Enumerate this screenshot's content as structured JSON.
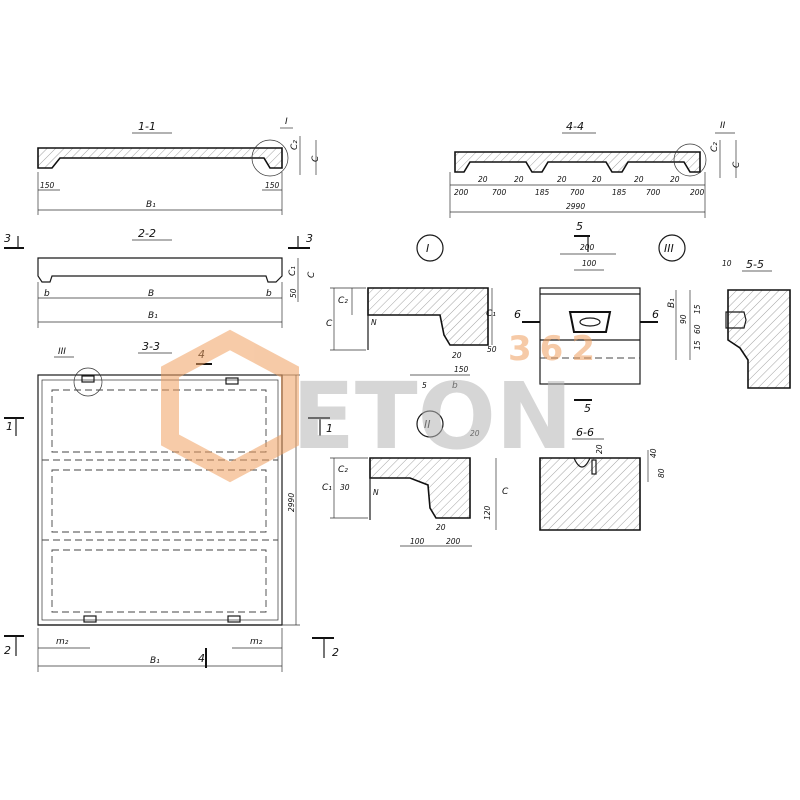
{
  "sections": {
    "s11": "1-1",
    "s22": "2-2",
    "s33": "3-3",
    "s44": "4-4",
    "s55": "5-5",
    "s66": "6-6"
  },
  "callouts": {
    "I": "I",
    "II": "II",
    "III": "III"
  },
  "cut_marks": {
    "n1": "1",
    "n2": "2",
    "n3": "3",
    "n4": "4",
    "n5": "5",
    "n6": "6"
  },
  "labels": {
    "C": "C",
    "C1": "C₁",
    "C2": "C₂",
    "B": "B",
    "B1": "B₁",
    "b": "b",
    "m2": "m₂",
    "N": "N"
  },
  "dims": {
    "d150": "150",
    "d200": "200",
    "d20": "20",
    "d700": "700",
    "d185": "185",
    "d2990": "2990",
    "d50": "50",
    "d5": "5",
    "d100": "100",
    "d10": "10",
    "d15": "15",
    "d90": "90",
    "d60": "60",
    "d30": "30",
    "d120": "120",
    "d40": "40",
    "d80": "80"
  },
  "watermark": {
    "brand": "ETON",
    "sub": "362"
  },
  "colors": {
    "line": "#111111",
    "watermark_orange": "#f0a060",
    "watermark_grey": "#b5b5b5"
  }
}
